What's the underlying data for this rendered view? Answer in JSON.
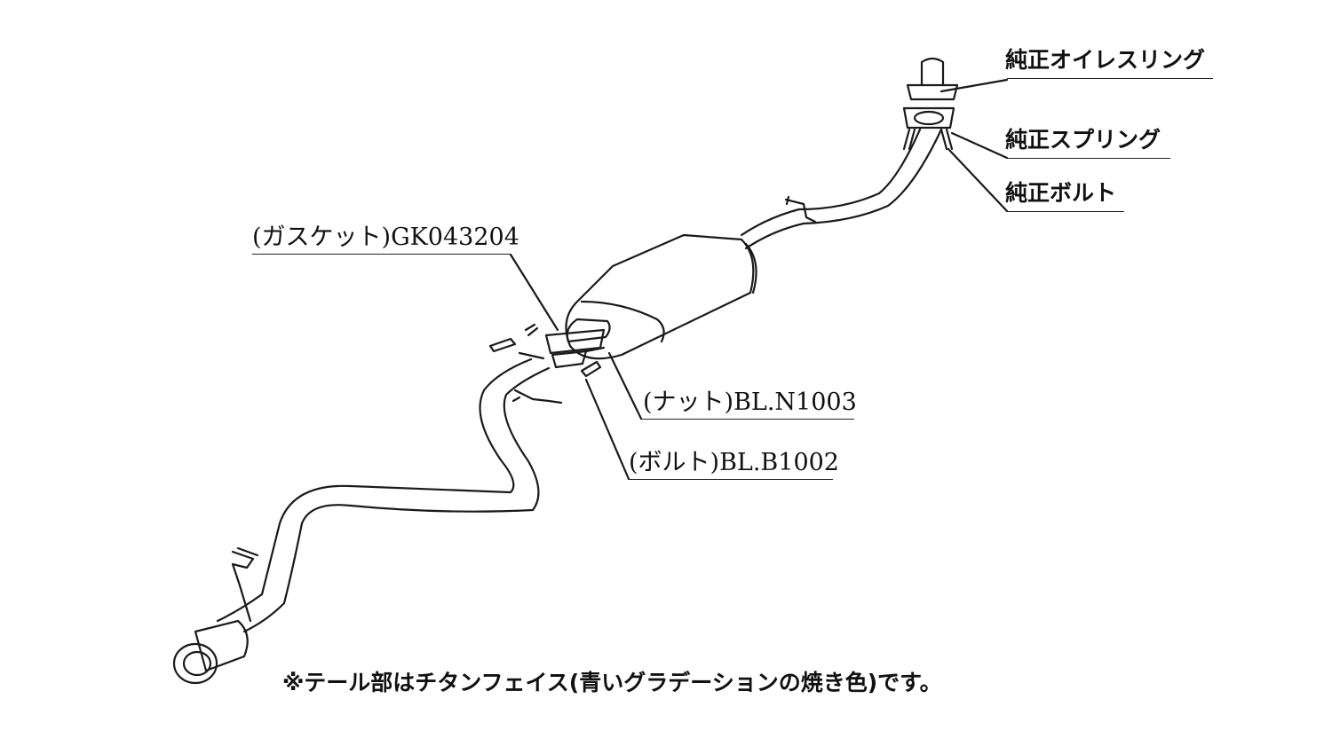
{
  "labels": {
    "oil_ring": "純正オイレスリング",
    "spring": "純正スプリング",
    "bolt_stock": "純正ボルト",
    "gasket": "(ガスケット)GK043204",
    "nut": "(ナット)BL.N1003",
    "bolt": "(ボルト)BL.B1002"
  },
  "note": "※テール部はチタンフェイス(青いグラデーションの焼き色)です。"
}
